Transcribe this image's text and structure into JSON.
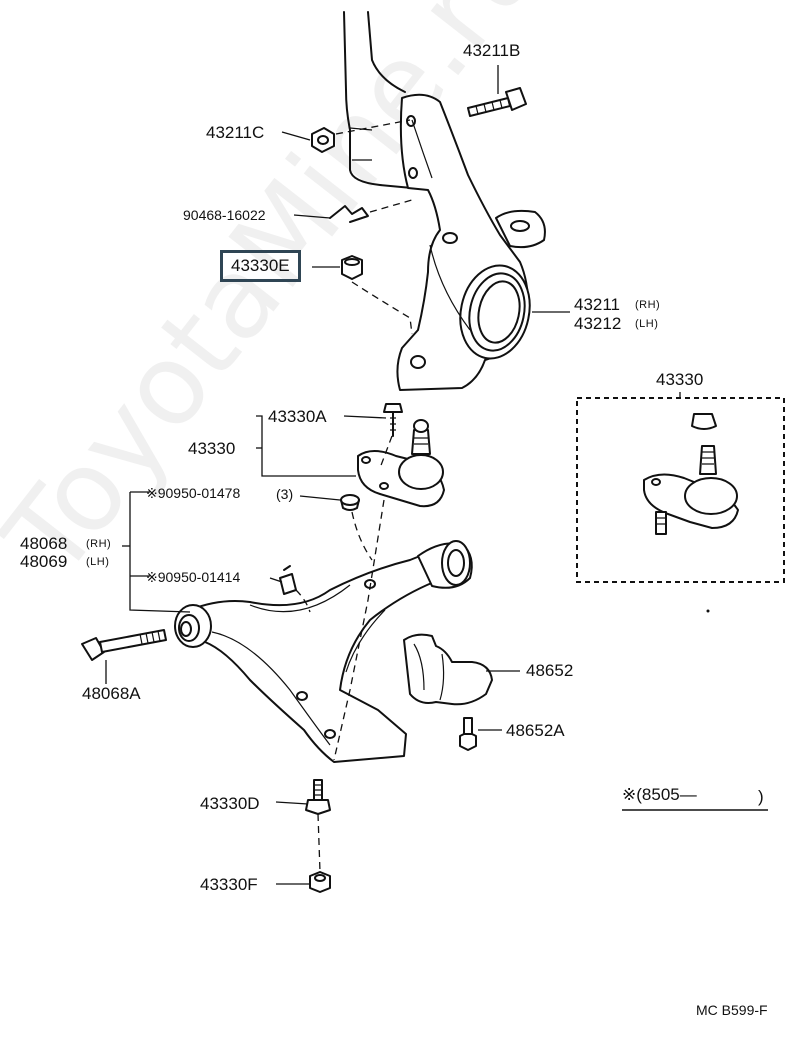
{
  "watermark": "ToyotaMine.ru",
  "labels": {
    "p43211B": "43211B",
    "p43211C": "43211C",
    "p90468": "90468-16022",
    "p43330E": "43330E",
    "p43211": "43211",
    "p43211_rh": "(RH)",
    "p43212": "43212",
    "p43212_lh": "(LH)",
    "p43330A": "43330A",
    "p43330": "43330",
    "p90950_01478": "※90950-01478",
    "p90950_01478_qty": "(3)",
    "p48068": "48068",
    "p48068_rh": "(RH)",
    "p48069": "48069",
    "p48069_lh": "(LH)",
    "p90950_01414": "※90950-01414",
    "p43330_box": "43330",
    "p48652": "48652",
    "p48068A": "48068A",
    "p48652A": "48652A",
    "p43330D": "43330D",
    "p43330F": "43330F",
    "note": "※(8505—",
    "note_close": ")",
    "code": "MC  B599-F"
  },
  "colors": {
    "highlight_border": "#2f4554",
    "ink": "#111111"
  }
}
